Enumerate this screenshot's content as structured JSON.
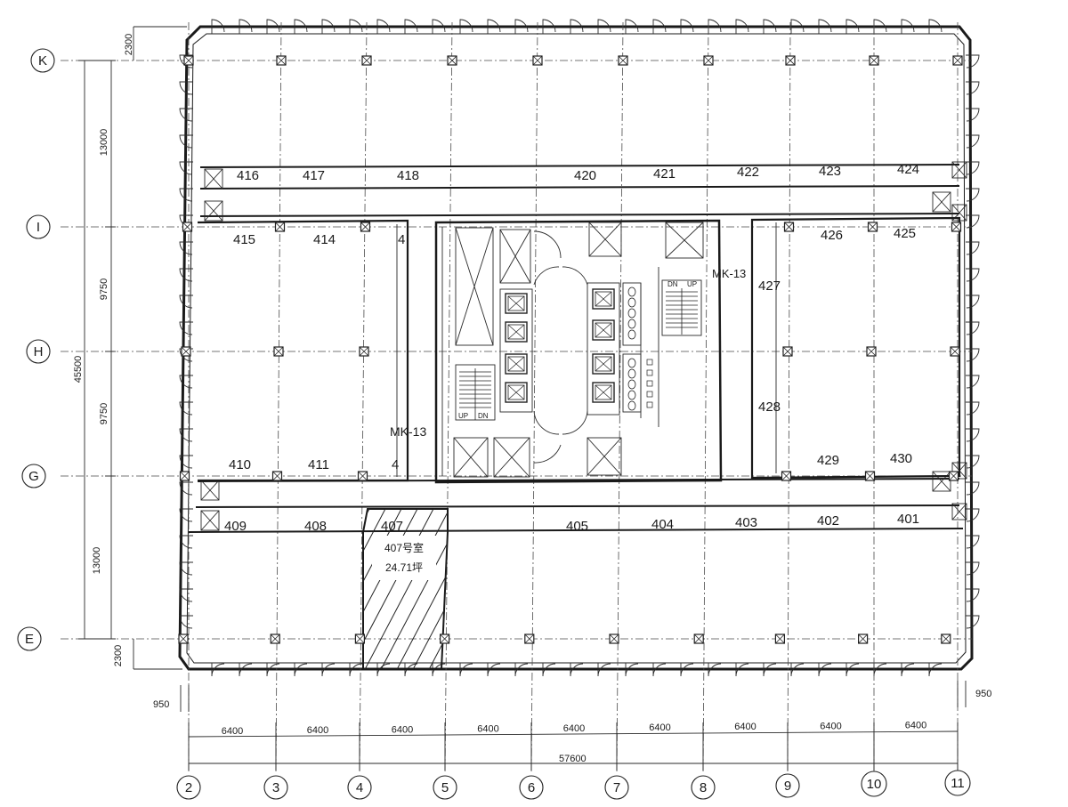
{
  "grid_axes": {
    "rows": [
      "K",
      "I",
      "H",
      "G",
      "E"
    ],
    "columns": [
      "2",
      "3",
      "4",
      "5",
      "6",
      "7",
      "8",
      "9",
      "10",
      "11"
    ]
  },
  "dimensions": {
    "vertical_total": "45500",
    "vertical_segments": [
      "13000",
      "9750",
      "9750",
      "13000"
    ],
    "edge_top": "2300",
    "edge_bottom": "2300",
    "bay_widths": [
      "6400",
      "6400",
      "6400",
      "6400",
      "6400",
      "6400",
      "6400",
      "6400",
      "6400"
    ],
    "horizontal_total": "57600",
    "offset_left": "950",
    "offset_right": "950"
  },
  "rooms": {
    "r416": "416",
    "r417": "417",
    "r418": "418",
    "r420": "420",
    "r421": "421",
    "r422": "422",
    "r423": "423",
    "r424": "424",
    "r415": "415",
    "r414": "414",
    "r413": "4",
    "r426": "426",
    "r425": "425",
    "r427": "427",
    "r428": "428",
    "r410": "410",
    "r411": "411",
    "r412": "4",
    "r429": "429",
    "r430": "430",
    "r409": "409",
    "r408": "408",
    "r407": "407",
    "r405": "405",
    "r404": "404",
    "r403": "403",
    "r402": "402",
    "r401": "401"
  },
  "labels": {
    "mk_left": "MK-13",
    "mk_right": "MK-13",
    "stair_up": "UP",
    "stair_dn": "DN",
    "stair2_dn": "DN",
    "stair2_up": "UP"
  },
  "highlight": {
    "name": "407号室",
    "area": "24.71坪"
  }
}
